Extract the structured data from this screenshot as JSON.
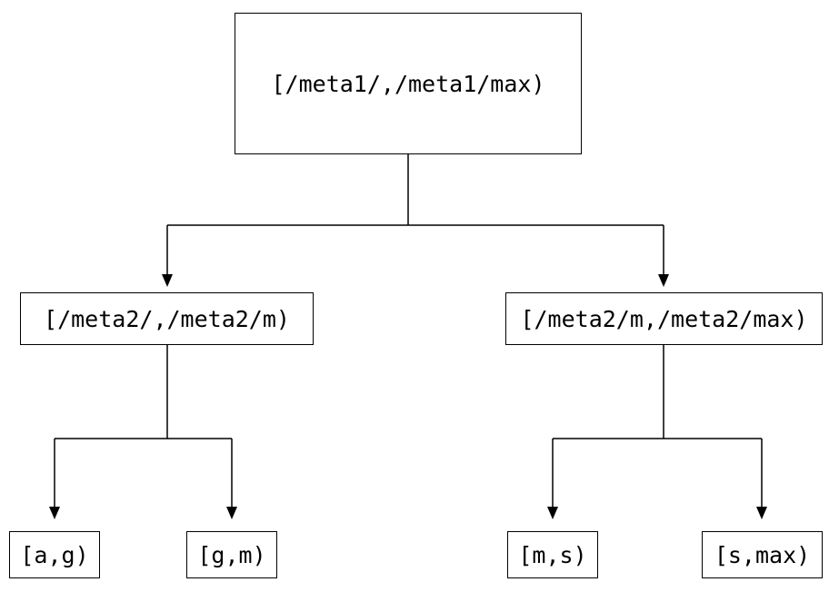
{
  "tree": {
    "root": {
      "label": "[/meta1/,/meta1/max)",
      "children": [
        {
          "label": "[/meta2/,/meta2/m)",
          "children": [
            {
              "label": "[a,g)"
            },
            {
              "label": "[g,m)"
            }
          ]
        },
        {
          "label": "[/meta2/m,/meta2/max)",
          "children": [
            {
              "label": "[m,s)"
            },
            {
              "label": "[s,max)"
            }
          ]
        }
      ]
    }
  },
  "colors": {
    "background": "#ffffff",
    "line": "#000000",
    "text": "#000000"
  }
}
